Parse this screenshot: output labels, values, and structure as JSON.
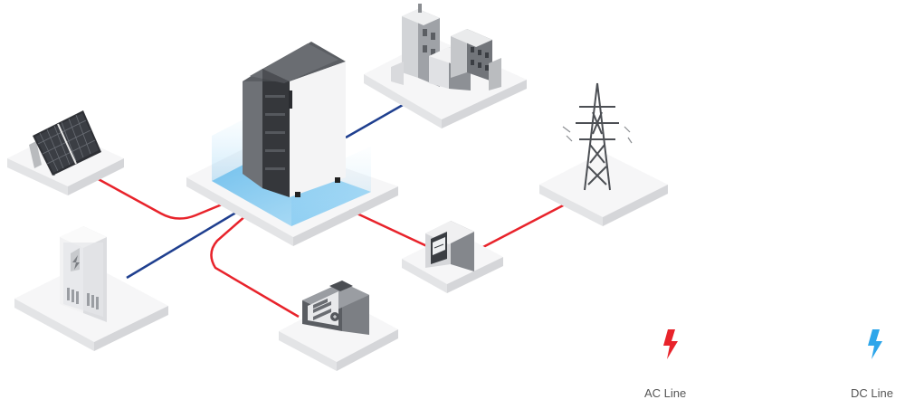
{
  "colors": {
    "ac_line": "#e8232b",
    "dc_line": "#1f3f8f",
    "ac_icon": "#e8232b",
    "dc_icon": "#2ea6ea",
    "platform_top": "#f6f6f7",
    "platform_side": "#e3e4e6",
    "device_body": "#e9eaeb",
    "device_dark": "#4a4d50",
    "glow": "#7cc8f2"
  },
  "components": [
    {
      "id": "solar-panel",
      "icon": "solar-panel-icon"
    },
    {
      "id": "battery-inverter",
      "icon": "battery-inverter-icon"
    },
    {
      "id": "buildings",
      "icon": "building-icon"
    },
    {
      "id": "power-tower",
      "icon": "transmission-tower-icon"
    },
    {
      "id": "energy-meter",
      "icon": "meter-icon"
    },
    {
      "id": "generator",
      "icon": "generator-icon"
    },
    {
      "id": "distribution-cabinet",
      "icon": "electrical-cabinet-icon"
    }
  ],
  "legend": {
    "ac": {
      "label": "AC Line",
      "icon": "lightning-bolt-icon"
    },
    "dc": {
      "label": "DC Line",
      "icon": "lightning-bolt-icon"
    }
  }
}
